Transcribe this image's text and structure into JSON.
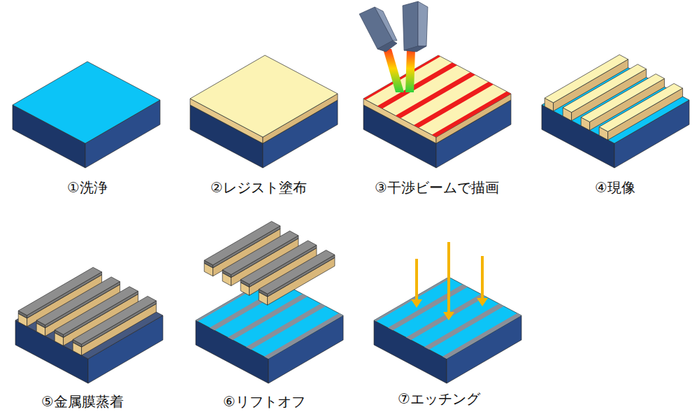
{
  "diagram": {
    "labels": [
      "①洗浄",
      "②レジスト塗布",
      "③干渉ビームで描画",
      "④現像",
      "⑤金属膜蒸着",
      "⑥リフトオフ",
      "⑦エッチング"
    ]
  }
}
